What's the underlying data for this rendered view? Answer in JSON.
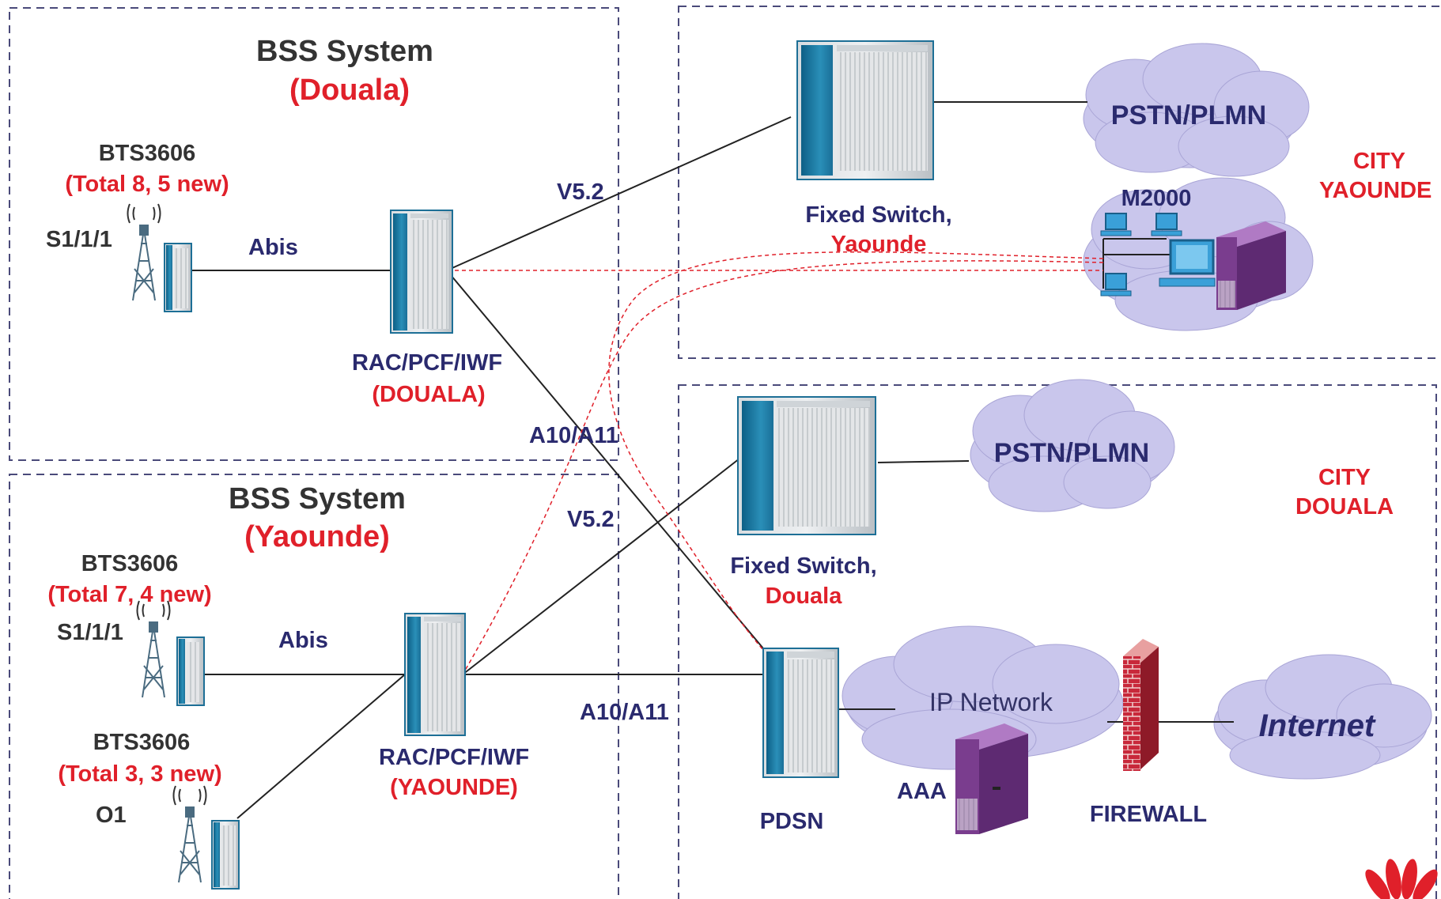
{
  "bss_douala": {
    "title": "BSS System",
    "city": "(Douala)",
    "bts_name": "BTS3606",
    "bts_total": "(Total 8, 5 new)",
    "bts_config": "S1/1/1",
    "abis": "Abis",
    "rac_name": "RAC/PCF/IWF",
    "rac_city": "(DOUALA)"
  },
  "bss_yaounde": {
    "title": "BSS System",
    "city": "(Yaounde)",
    "bts1_name": "BTS3606",
    "bts1_total": "(Total 7, 4 new)",
    "bts1_config": "S1/1/1",
    "abis": "Abis",
    "bts2_name": "BTS3606",
    "bts2_total": "(Total 3, 3 new)",
    "bts2_config": "O1",
    "rac_name": "RAC/PCF/IWF",
    "rac_city": "(YAOUNDE)"
  },
  "links": {
    "v52_top": "V5.2",
    "a10_top": "A10/A11",
    "v52_bottom": "V5.2",
    "a10_bottom": "A10/A11"
  },
  "city_yaounde": {
    "label_line1": "CITY",
    "label_line2": "YAOUNDE",
    "switch_name": "Fixed Switch,",
    "switch_city": "Yaounde",
    "pstn": "PSTN/PLMN",
    "m2000": "M2000"
  },
  "city_douala": {
    "label_line1": "CITY",
    "label_line2": "DOUALA",
    "switch_name": "Fixed Switch,",
    "switch_city": "Douala",
    "pstn": "PSTN/PLMN",
    "pdsn": "PDSN",
    "ip_network": "IP Network",
    "aaa": "AAA",
    "firewall": "FIREWALL",
    "internet": "Internet"
  },
  "colors": {
    "navy_text": "#2a2a6e",
    "red_text": "#e0202a",
    "cloud": "#c9c6ec",
    "cabinet_blue": "#1a7fa8",
    "server_purple": "#7a3d8e",
    "firewall_red": "#c8283a"
  }
}
